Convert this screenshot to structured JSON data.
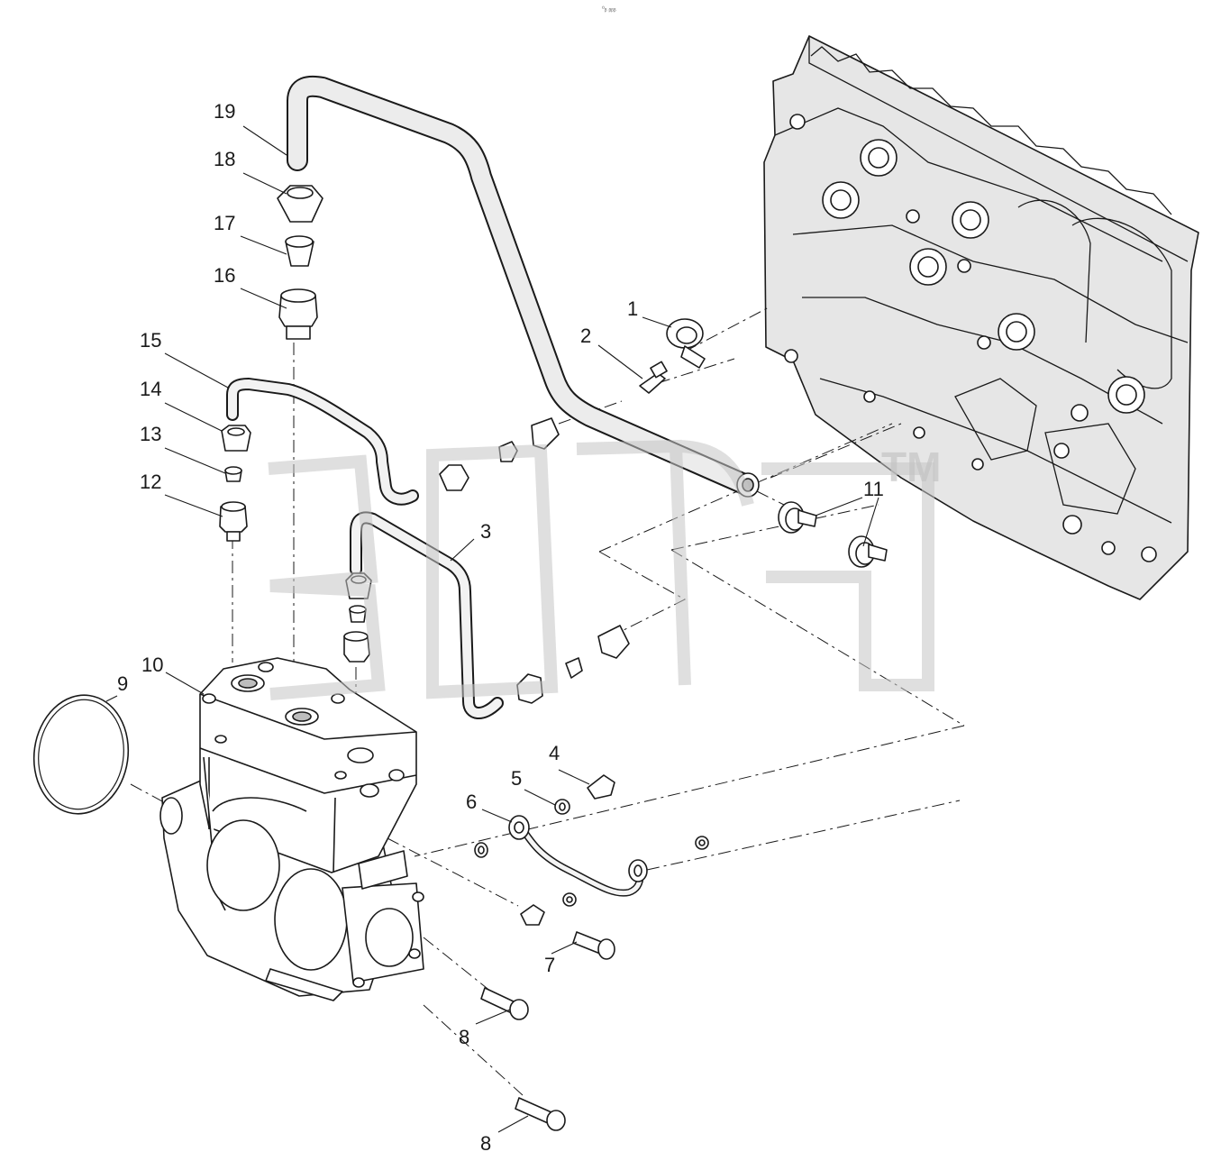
{
  "header": {
    "mark": "⁰ᵦ ᵦᵦᵦ"
  },
  "watermark": {
    "trademark": "TM"
  },
  "callouts": [
    {
      "id": "c1",
      "label": "1"
    },
    {
      "id": "c2",
      "label": "2"
    },
    {
      "id": "c3",
      "label": "3"
    },
    {
      "id": "c4",
      "label": "4"
    },
    {
      "id": "c5",
      "label": "5"
    },
    {
      "id": "c6",
      "label": "6"
    },
    {
      "id": "c7",
      "label": "7"
    },
    {
      "id": "c8a",
      "label": "8"
    },
    {
      "id": "c8b",
      "label": "8"
    },
    {
      "id": "c9",
      "label": "9"
    },
    {
      "id": "c10",
      "label": "10"
    },
    {
      "id": "c11",
      "label": "11"
    },
    {
      "id": "c12",
      "label": "12"
    },
    {
      "id": "c13",
      "label": "13"
    },
    {
      "id": "c14",
      "label": "14"
    },
    {
      "id": "c15",
      "label": "15"
    },
    {
      "id": "c16",
      "label": "16"
    },
    {
      "id": "c17",
      "label": "17"
    },
    {
      "id": "c18",
      "label": "18"
    },
    {
      "id": "c19",
      "label": "19"
    }
  ]
}
